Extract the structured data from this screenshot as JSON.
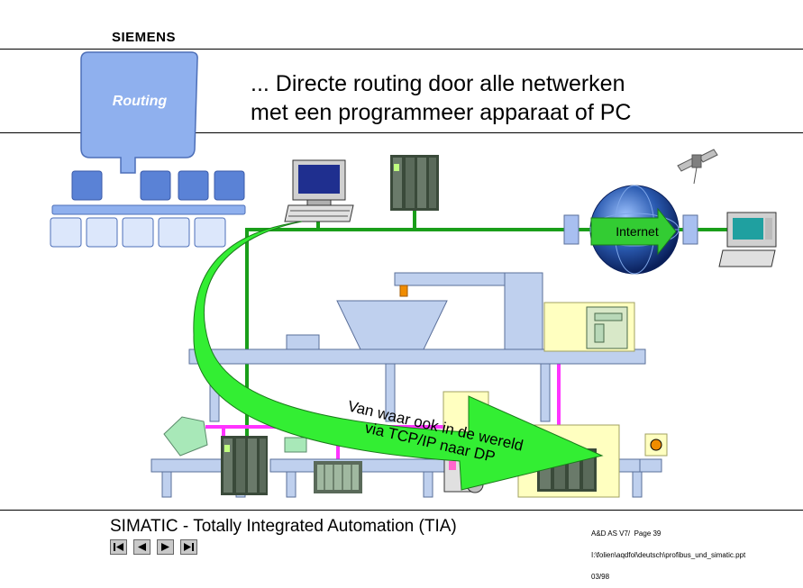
{
  "header": {
    "brand": "SIEMENS",
    "title_line1": "... Directe routing door alle netwerken",
    "title_line2": "met een programmeer apparaat of PC"
  },
  "diagram": {
    "routing_label": "Routing",
    "internet_label": "Internet",
    "arrow_line1": "Van waar ook in de wereld",
    "arrow_line2": "via TCP/IP naar DP"
  },
  "footer": {
    "title": "SIMATIC - Totally Integrated Automation (TIA)",
    "meta_line1": "A&D AS V7/  Page 39",
    "meta_line2": "I:\\folien\\aqdfol\\deutsch\\profibus_und_simatic.ppt",
    "meta_line3": "03/98",
    "nav": [
      "first",
      "previous",
      "next",
      "last"
    ]
  },
  "colors": {
    "network_green": "#1a9e1a",
    "profibus_magenta": "#ff33ff",
    "arrow_green": "#33ee33",
    "machine_blue": "#bfd0ee",
    "routing_blue": "#8fb0ee",
    "globe_blue": "#2a5ab0"
  }
}
